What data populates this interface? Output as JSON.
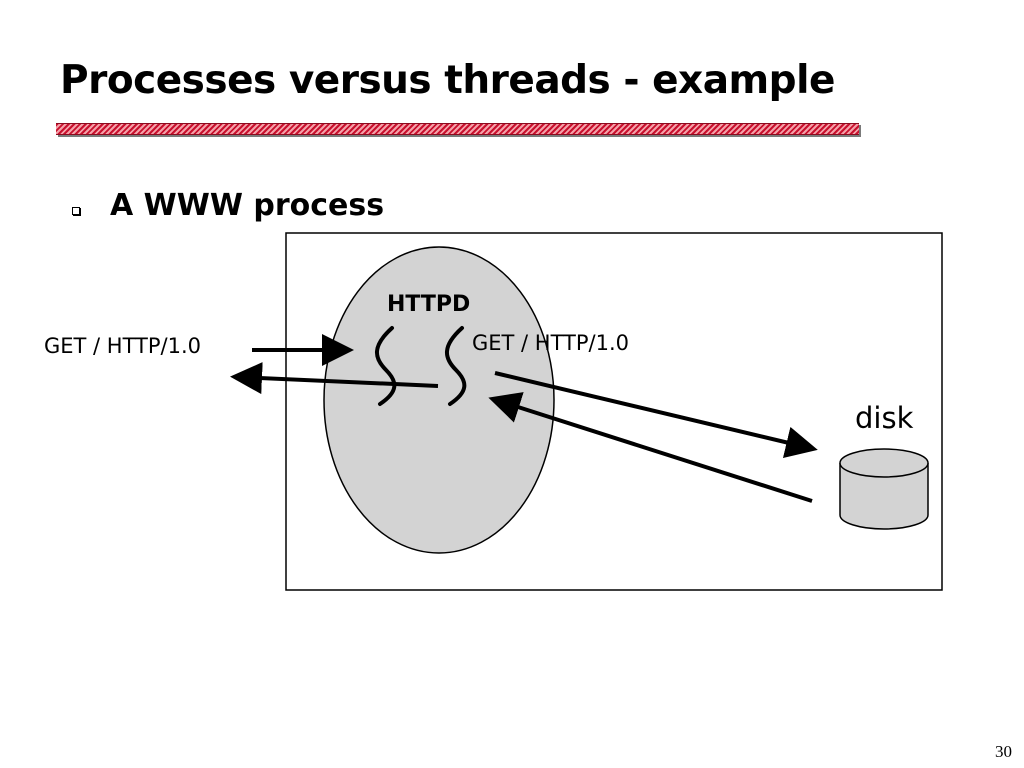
{
  "slide": {
    "title": "Processes versus threads - example",
    "bullet": "A WWW process",
    "page_number": "30"
  },
  "diagram": {
    "process_label": "HTTPD",
    "incoming_request": "GET / HTTP/1.0",
    "thread_request": "GET / HTTP/1.0",
    "disk_label": "disk",
    "colors": {
      "process_fill": "#d3d3d3",
      "disk_fill": "#d3d3d3",
      "title_rule": "#c8102e",
      "stroke": "#000000"
    }
  }
}
